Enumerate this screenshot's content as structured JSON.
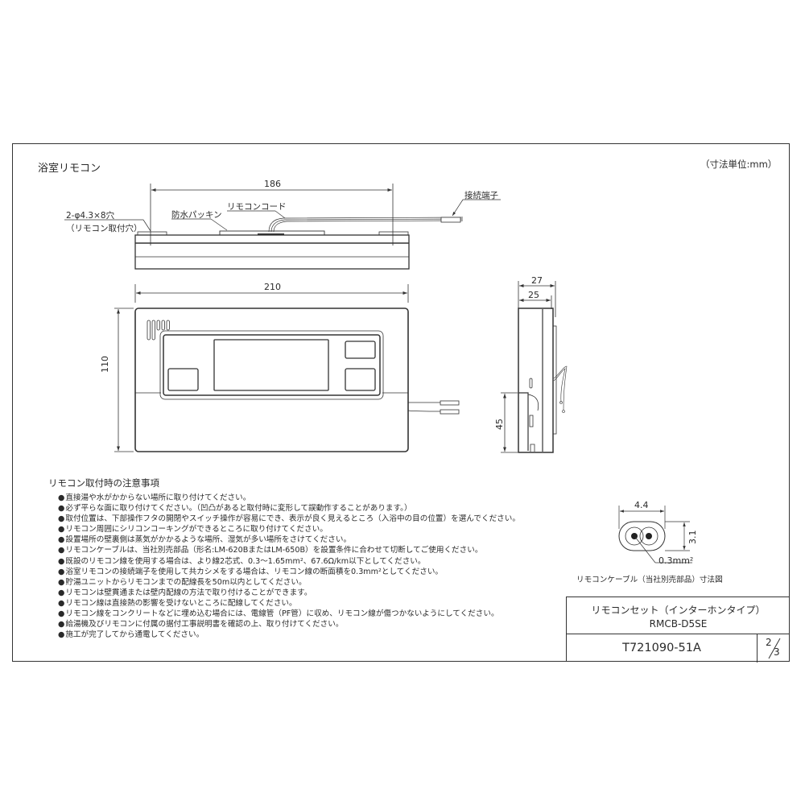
{
  "drawing": {
    "section_title": "浴室リモコン",
    "unit_note": "（寸法単位:mm）",
    "top_view": {
      "width_dim": "186",
      "labels": {
        "mount_hole_line1": "2-φ4.3×8穴",
        "mount_hole_line2": "（リモコン取付穴）",
        "gasket": "防水パッキン",
        "cord": "リモコンコード",
        "terminal": "接続端子"
      }
    },
    "front_view": {
      "width_dim": "210",
      "height_dim": "110"
    },
    "side_view": {
      "depth_outer_dim": "27",
      "depth_inner_dim": "25",
      "lower_dim": "45"
    },
    "cable_detail": {
      "width_dim": "4.4",
      "height_dim": "3.1",
      "conductor_label": "0.3mm²",
      "caption": "リモコンケーブル（当社別売部品）寸法図"
    }
  },
  "notes": {
    "title": "リモコン取付時の注意事項",
    "items": [
      "直接湯や水がかからない場所に取り付けてください。",
      "必ず平らな面に取り付けてください。（凹凸があると取付時に変形して誤動作することがあります。）",
      "取付位置は、下部操作フタの開閉やスイッチ操作が容易にでき、表示が良く見えるところ（入浴中の目の位置）を選んでください。",
      "リモコン周囲にシリコンコーキングができるところに取り付けてください。",
      "設置場所の壁裏側は蒸気がかかるような場所、湿気が多い場所をさけてください。",
      "リモコンケーブルは、当社別売部品（形名:LM-620BまたはLM-650B）を設置条件に合わせて切断してご使用ください。",
      "既設のリモコン線を使用する場合は、より線2芯式、0.3～1.65mm²、67.6Ω/km以下としてください。",
      "浴室リモコンの接続端子を使用して共カシメをする場合は、リモコン線の断面積を0.3mm²としてください。",
      "貯湯ユニットからリモコンまでの配線長を50m以内としてください。",
      "リモコンは壁貫通または壁内配線の方法で取り付けることができます。",
      "リモコン線は直接熱の影響を受けないところに配線してください。",
      "リモコン線をコンクリートなどに埋め込む場合には、電線管（PF管）に収め、リモコン線が傷つかないようにしてください。",
      "給湯機及びリモコンに付属の据付工事説明書を確認の上、取り付けてください。",
      "施工が完了してから通電してください。"
    ]
  },
  "title_block": {
    "product_name": "リモコンセット（インターホンタイプ）",
    "model": "RMCB-D5SE",
    "doc_number": "T721090-51A",
    "page_numerator": "2",
    "page_denominator": "3"
  },
  "colors": {
    "line": "#333333",
    "text": "#2a2a2a",
    "background": "#ffffff"
  }
}
